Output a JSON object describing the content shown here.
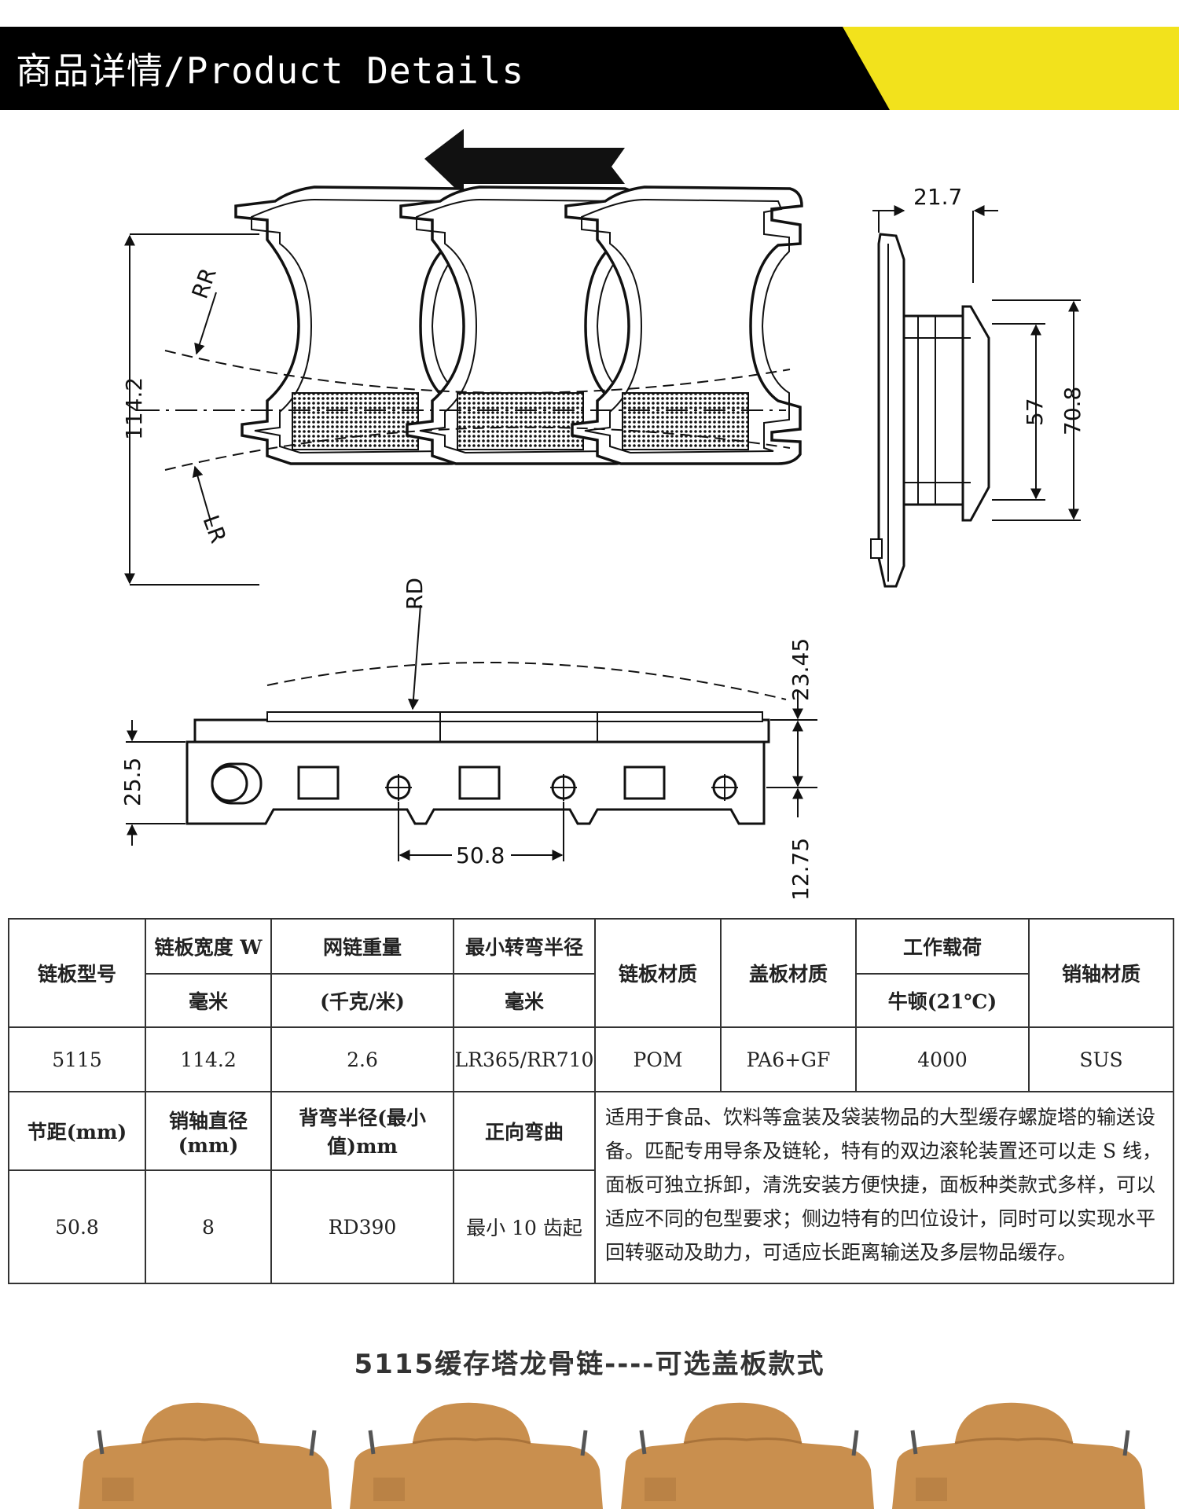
{
  "header": {
    "title": "商品详情/Product Details",
    "bg_color": "#000000",
    "accent_color": "#f2e21c"
  },
  "drawing": {
    "icons": [
      "direction-arrow-left-icon"
    ],
    "labels": {
      "rr": "RR",
      "lr": "LR",
      "rd": "RD",
      "width": "114.2",
      "side_thickness": "21.7",
      "inner_height": "57",
      "outer_height": "70.8",
      "top_offset": "23.45",
      "chain_height": "25.5",
      "pitch": "50.8",
      "bottom_offset": "12.75"
    }
  },
  "table": {
    "row1": {
      "model": "链板型号",
      "width_label": "链板宽度 W",
      "weight_label": "网链重量",
      "min_radius_label": "最小转弯半径",
      "plate_material": "链板材质",
      "cover_material": "盖板材质",
      "load_label": "工作载荷",
      "pin_material": "销轴材质"
    },
    "row2": {
      "width_unit": "毫米",
      "weight_unit": "(千克/米)",
      "radius_unit": "毫米",
      "load_unit": "牛顿(21℃)"
    },
    "row3": {
      "model": "5115",
      "width": "114.2",
      "weight": "2.6",
      "min_radius": "LR365/RR710",
      "plate_material": "POM",
      "cover_material": "PA6+GF",
      "load": "4000",
      "pin_material": "SUS"
    },
    "row4": {
      "pitch_label": "节距(mm)",
      "pin_dia_label": "销轴直径(mm)",
      "back_radius_label": "背弯半径(最小值)mm",
      "bend_label": "正向弯曲"
    },
    "row5": {
      "pitch": "50.8",
      "pin_dia": "8",
      "back_radius": "RD390",
      "bend": "最小 10 齿起"
    },
    "description": "适用于食品、饮料等盒装及袋装物品的大型缓存螺旋塔的输送设备。匹配专用导条及链轮，特有的双边滚轮装置还可以走 S 线，面板可独立拆卸，清洗安装方便快捷，面板种类款式多样，可以适应不同的包型要求；侧边特有的凹位设计，同时可以实现水平回转驱动及助力，可适应长距离输送及多层物品缓存。"
  },
  "caption": "5115缓存塔龙骨链----可选盖板款式",
  "cover_color": "#c98f4e"
}
